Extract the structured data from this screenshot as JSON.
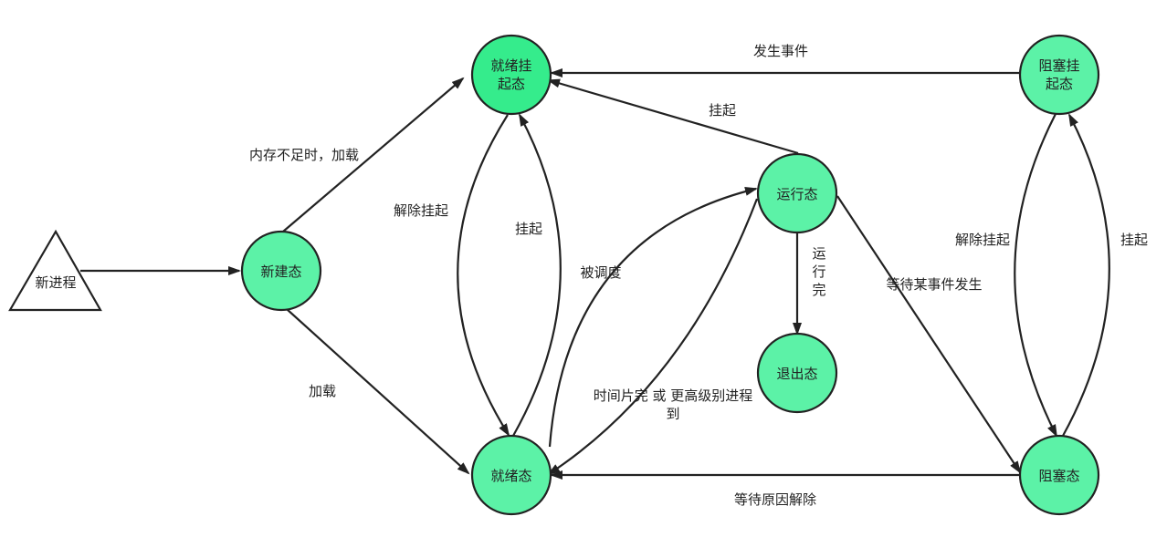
{
  "colors": {
    "node_fill": "#5cf2a7",
    "node_fill_light": "#74f4b6",
    "stroke": "#222222",
    "background": "#ffffff",
    "triangle_fill": "#ffffff"
  },
  "nodes": {
    "new_process": {
      "label": "新进程"
    },
    "new_state": {
      "label": "新建态"
    },
    "ready_suspended": {
      "line1": "就绪挂",
      "line2": "起态"
    },
    "ready": {
      "label": "就绪态"
    },
    "running": {
      "label": "运行态"
    },
    "exit": {
      "label": "退出态"
    },
    "blocked_suspended": {
      "line1": "阻塞挂",
      "line2": "起态"
    },
    "blocked": {
      "label": "阻塞态"
    }
  },
  "edges": {
    "event_occurs": "发生事件",
    "suspend_run": "挂起",
    "mem_insufficient_load": "内存不足时，加载",
    "unsuspend_left": "解除挂起",
    "suspend_left": "挂起",
    "scheduled": "被调度",
    "run_complete": {
      "line1": "运",
      "line2": "行",
      "line3": "完"
    },
    "wait_event": "等待某事件发生",
    "unsuspend_right": "解除挂起",
    "suspend_right": "挂起",
    "load": "加载",
    "time_slice": {
      "line1": "时间片完 或 更高级别进程",
      "line2": "到"
    },
    "wait_release": "等待原因解除"
  }
}
